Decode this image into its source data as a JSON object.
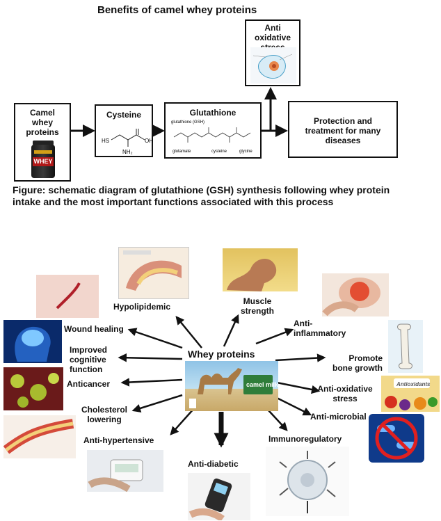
{
  "title": "Benefits of camel whey proteins",
  "flow": {
    "camel_box": "Camel whey proteins",
    "product_label": "WHEY",
    "cysteine_box": "Cysteine",
    "cysteine_labels": {
      "hs": "HS",
      "oh": "OH",
      "nh2": "NH₂"
    },
    "glutathione_box": "Glutathione",
    "glutathione_sub": "glutathione (GSH)",
    "glutathione_parts": [
      "glutamate",
      "cysteine",
      "glycine"
    ],
    "oxidative_box": "Anti oxidative stress",
    "protection_box": "Protection and treatment for many diseases"
  },
  "caption": "Figure: schematic diagram of glutathione (GSH) synthesis following whey protein intake  and  the most important functions associated with this process",
  "center": {
    "title": "Whey proteins",
    "milk_label": "camel milk"
  },
  "benefits": {
    "hypolipidemic": "Hypolipidemic",
    "muscle": "Muscle strength",
    "anti_inflammatory": "Anti-inflammatory",
    "wound": "Wound healing",
    "cognitive": "Improved cognitive function",
    "bone": "Promote bone growth",
    "anticancer": "Anticancer",
    "antioxidative": "Anti-oxidative stress",
    "cholesterol": "Cholesterol lowering",
    "antimicrobial": "Anti-microbial",
    "antihypertensive": "Anti-hypertensive",
    "immuno": "Immunoregulatory",
    "antidiabetic": "Anti-diabetic"
  },
  "antioxidants_label": "Antioxidants"
}
